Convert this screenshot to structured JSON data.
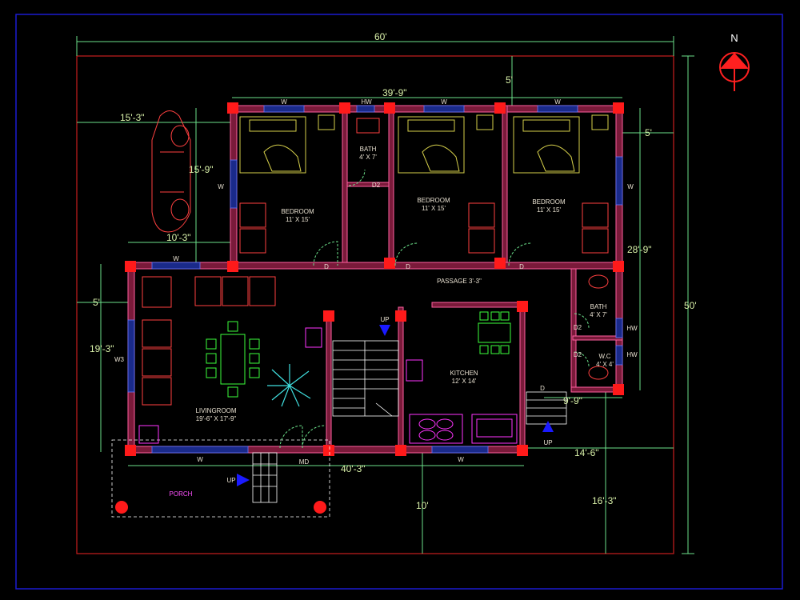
{
  "north_label": "N",
  "dimensions": {
    "overall_width": "60'",
    "overall_depth": "50'",
    "top_setback": "5'",
    "top_width": "39'-9\"",
    "left_offset": "15'-3\"",
    "car_depth": "15'-9\"",
    "right_setback": "5'",
    "right_depth": "28'-9\"",
    "left_width": "10'-3\"",
    "left_setback": "5'",
    "living_depth": "19'-3\"",
    "front_width": "40'-3\"",
    "kitchen_width": "14'-6\"",
    "front_setback": "10'",
    "side_front": "16'-3\"",
    "bath_offset": "9'-9\""
  },
  "rooms": {
    "bedroom1": {
      "name": "BEDROOM",
      "size": "11' X 15'"
    },
    "bedroom2": {
      "name": "BEDROOM",
      "size": "11' X 15'"
    },
    "bedroom3": {
      "name": "BEDROOM",
      "size": "11' X 15'"
    },
    "bath1": {
      "name": "BATH",
      "size": "4' X 7'"
    },
    "bath2": {
      "name": "BATH",
      "size": "4' X 7'"
    },
    "wc": {
      "name": "W.C",
      "size": "4' X 4'"
    },
    "passage": {
      "name": "PASSAGE 3'-3\""
    },
    "living": {
      "name": "LIVINGROOM",
      "size": "19'-6\" X 17'-9\""
    },
    "kitchen": {
      "name": "KITCHEN",
      "size": "12' X 14'"
    },
    "porch": {
      "name": "PORCH"
    }
  },
  "openings": {
    "w": "W",
    "hw": "HW",
    "w3": "W3",
    "d": "D",
    "d2": "D2",
    "md": "MD",
    "up": "UP"
  },
  "colors": {
    "wall": "#7a1a3a",
    "column": "#ff1a1a",
    "dimension": "#6be08a",
    "plot_border": "#c81e1e",
    "frame": "#1a1ad0"
  }
}
